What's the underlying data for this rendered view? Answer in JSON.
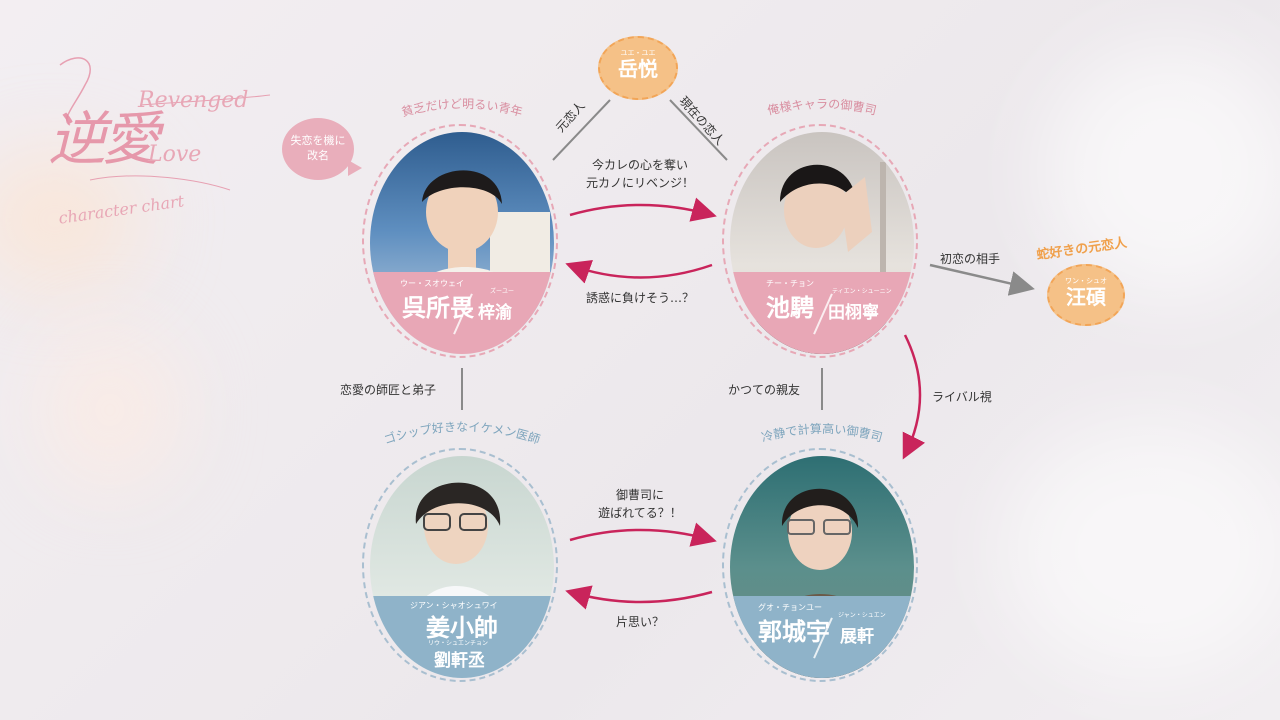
{
  "logo": {
    "kanji": "逆愛",
    "script_upper": "Revenged",
    "script_lower": "Love",
    "subtitle": "character chart"
  },
  "colors": {
    "pink": "#e8a7b6",
    "blue": "#8fb3c9",
    "arrow": "#c9245b",
    "orange": "#f5c187",
    "gray": "#8a8a8a"
  },
  "bubble": {
    "text_line1": "失恋を機に",
    "text_line2": "改名"
  },
  "ex": {
    "kana": "ユエ・ユエ",
    "name": "岳悦",
    "label_left": "元恋人",
    "label_right": "現在の恋人"
  },
  "characters": {
    "wu": {
      "title": "貧乏だけど明るい青年",
      "role_kana": "ウー・スオウェイ",
      "role_name": "呉所畏",
      "actor_kana": "ズーユー",
      "actor_name": "梓渝"
    },
    "chi": {
      "title": "俺様キャラの御曹司",
      "role_kana": "チー・チョン",
      "role_name": "池騁",
      "actor_kana": "ティエン・シューニン",
      "actor_name": "田栩寧"
    },
    "jiang": {
      "title": "ゴシップ好きなイケメン医師",
      "role_kana": "ジアン・シャオシュワイ",
      "role_name": "姜小帥",
      "actor_kana": "リウ・シュエンチョン",
      "actor_name": "劉軒丞"
    },
    "guo": {
      "title": "冷静で計算高い御曹司",
      "role_kana": "グオ・チョンユー",
      "role_name": "郭城宇",
      "actor_kana": "ジャン・シュエン",
      "actor_name": "展軒"
    }
  },
  "wang": {
    "title": "蛇好きの元恋人",
    "kana": "ワン・シュオ",
    "name": "汪碩",
    "label": "初恋の相手"
  },
  "relations": {
    "wu_to_chi_line1": "今カレの心を奪い",
    "wu_to_chi_line2": "元カノにリベンジ！",
    "chi_to_wu": "誘惑に負けそう…？",
    "wu_jiang": "恋愛の師匠と弟子",
    "chi_guo": "かつての親友",
    "guo_to_chi": "ライバル視",
    "jiang_to_guo_line1": "御曹司に",
    "jiang_to_guo_line2": "遊ばれてる？！",
    "guo_to_jiang": "片思い？"
  }
}
